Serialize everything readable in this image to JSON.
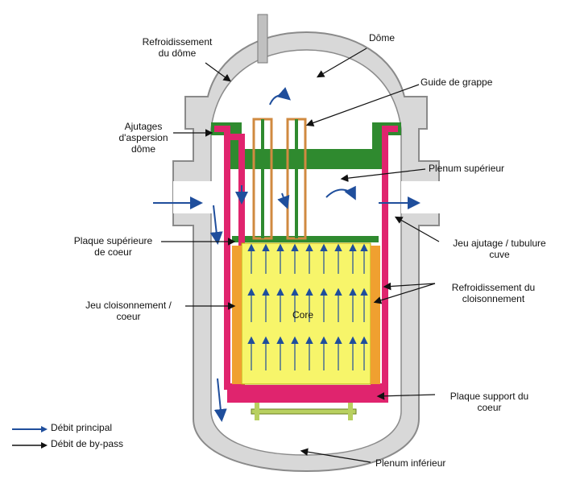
{
  "labels": {
    "refroidissement_dome": "Refroidissement\ndu dôme",
    "dome": "Dôme",
    "guide_grappe": "Guide de grappe",
    "ajutages": "Ajutages\nd'aspersion\ndôme",
    "plenum_superieur": "Plenum supérieur",
    "plaque_superieure": "Plaque supérieure\nde coeur",
    "jeu_ajutage": "Jeu ajutage / tubulure\ncuve",
    "refroidissement_cloisonnement": "Refroidissement du\ncloisonnement",
    "jeu_cloisonnement": "Jeu cloisonnement /\ncoeur",
    "core": "Core",
    "plaque_support": "Plaque support du\ncoeur",
    "plenum_inferieur": "Plenum inférieur"
  },
  "legend": {
    "principal": "Débit principal",
    "bypass": "Débit de by-pass"
  },
  "colors": {
    "vessel": "#d8d8d8",
    "vessel_edge": "#8a8a8a",
    "green": "#2f8a2f",
    "magenta": "#e0246e",
    "core": "#f7f56a",
    "orange": "#f0a030",
    "blue": "#1f4e9c",
    "guide": "#d08a40"
  }
}
